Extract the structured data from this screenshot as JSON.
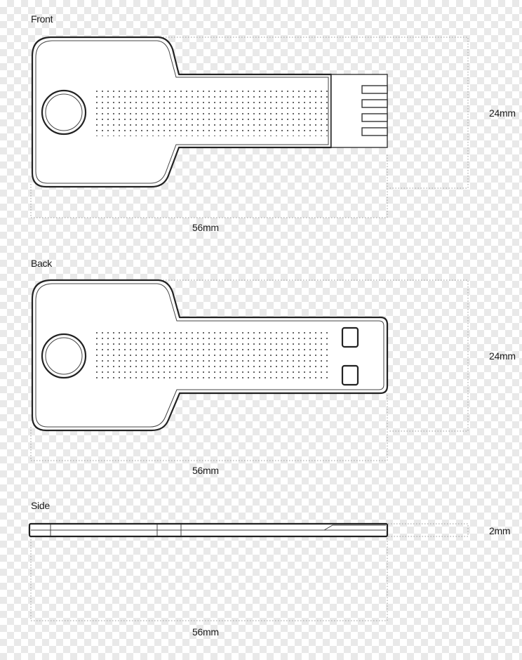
{
  "views": {
    "front": {
      "title": "Front",
      "height_label": "24mm",
      "width_label": "56mm"
    },
    "back": {
      "title": "Back",
      "height_label": "24mm",
      "width_label": "56mm"
    },
    "side": {
      "title": "Side",
      "thickness_label": "2mm",
      "width_label": "56mm"
    }
  }
}
